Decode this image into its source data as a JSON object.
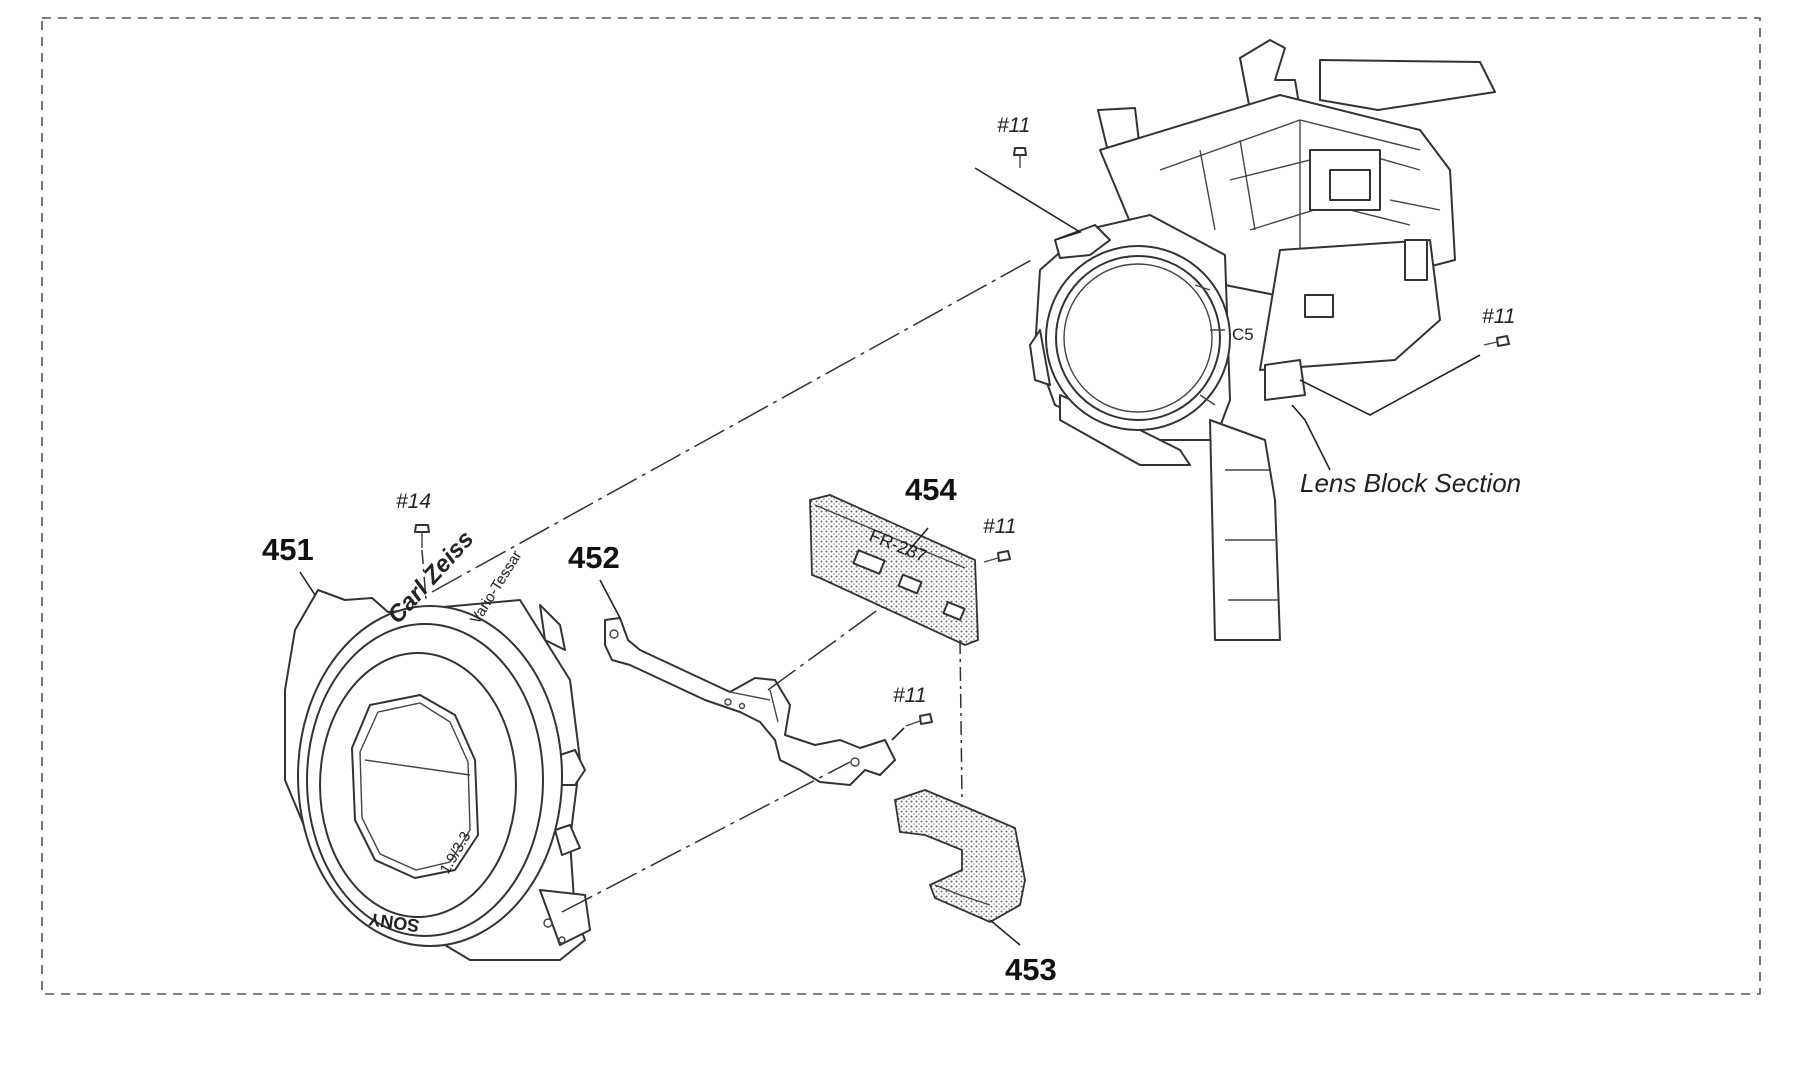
{
  "labels": {
    "part_451": "451",
    "part_452": "452",
    "part_453": "453",
    "part_454": "454",
    "screw_14": "#14",
    "screw_11": "#11",
    "lens_block_section": "Lens Block Section",
    "board_marking": "FR-237",
    "lens_brand": "Carl Zeiss",
    "lens_model": "Vario-Tessar",
    "maker": "SONY",
    "zoom_marking": "1.9/3.3"
  }
}
